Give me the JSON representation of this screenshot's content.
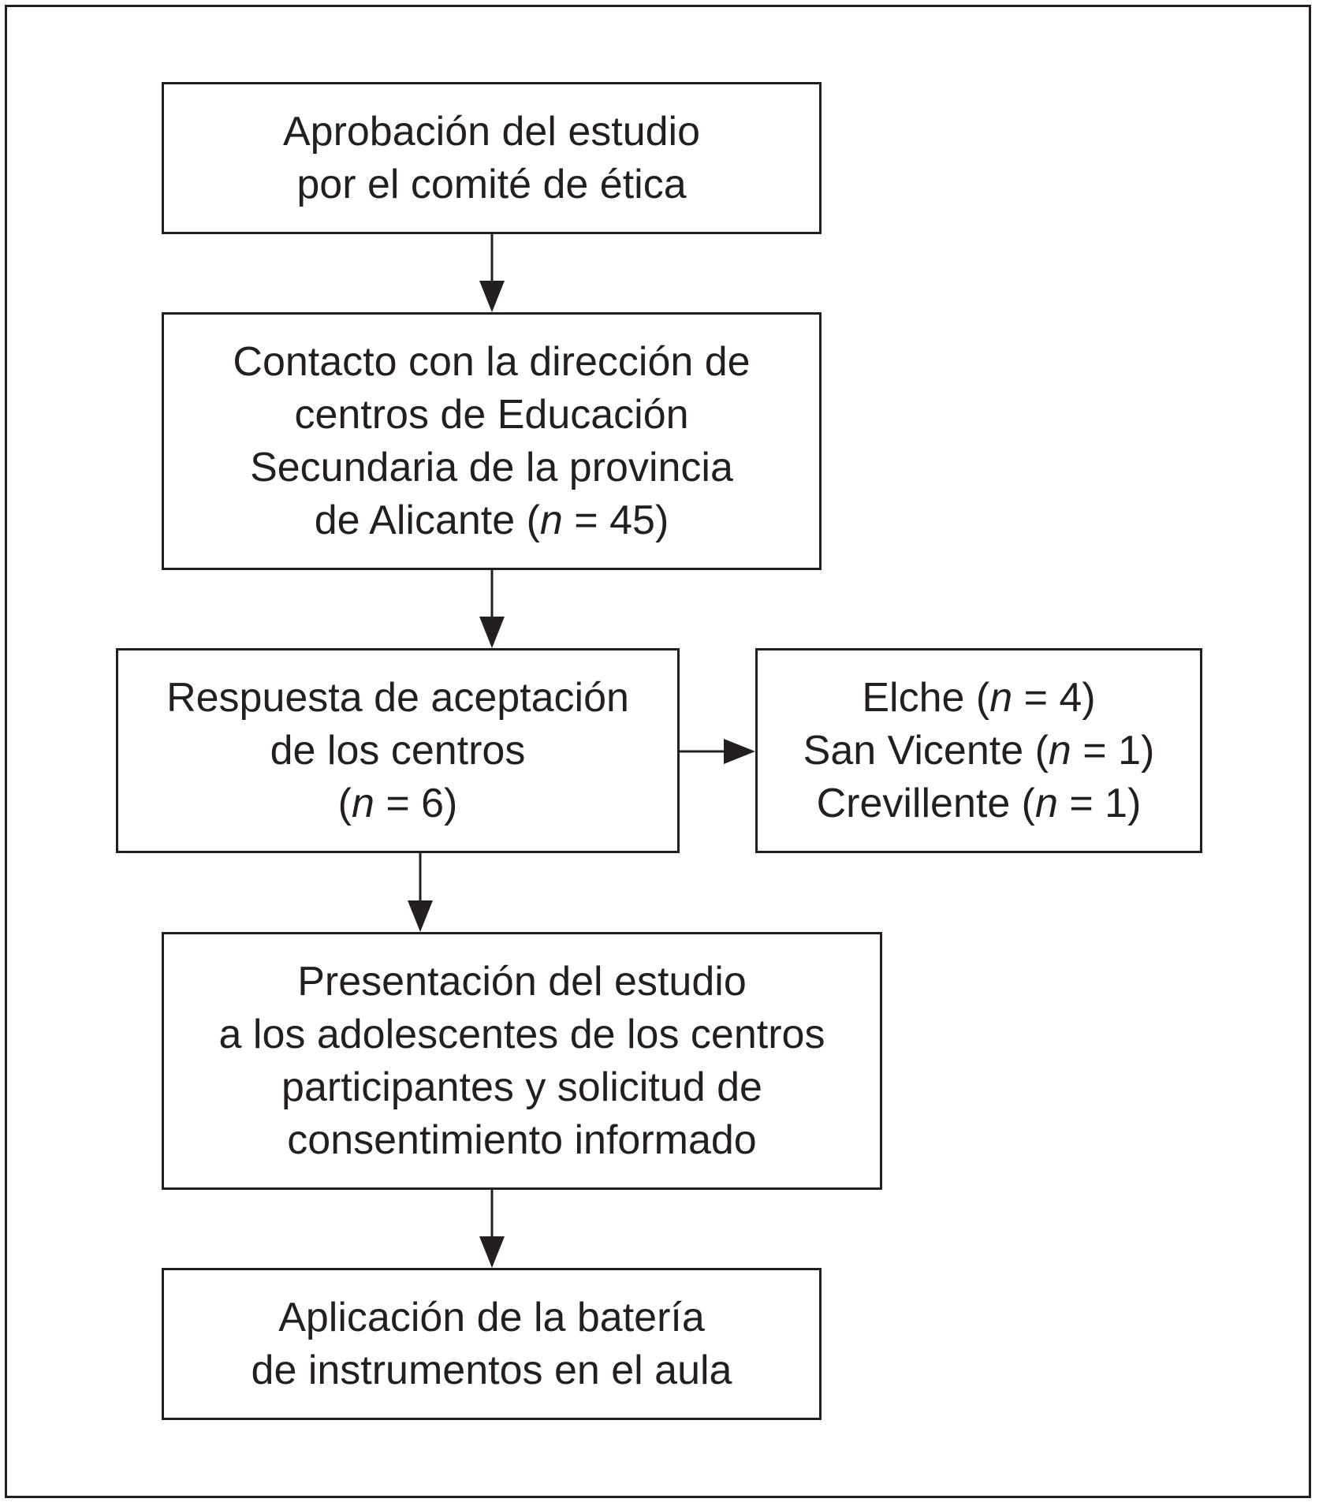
{
  "diagram": {
    "approval": {
      "lines": [
        "Aprobación del estudio",
        "por el comité de ética"
      ]
    },
    "contact": {
      "lines": [
        "Contacto con la dirección de",
        "centros de Educación",
        "Secundaria de la provincia"
      ],
      "last_prefix": "de Alicante (",
      "last_n": "n",
      "last_suffix": " = 45)"
    },
    "acceptance": {
      "lines": [
        "Respuesta de aceptación",
        "de los centros"
      ],
      "last_prefix": "(",
      "last_n": "n",
      "last_suffix": " = 6)"
    },
    "centers": {
      "items": [
        {
          "prefix": "Elche (",
          "n": "n",
          "suffix": " = 4)"
        },
        {
          "prefix": "San Vicente (",
          "n": "n",
          "suffix": " = 1)"
        },
        {
          "prefix": "Crevillente (",
          "n": "n",
          "suffix": " = 1)"
        }
      ]
    },
    "presentation": {
      "lines": [
        "Presentación del estudio",
        "a los adolescentes de los centros",
        "participantes y solicitud de",
        "consentimiento informado"
      ]
    },
    "application": {
      "lines": [
        "Aplicación de la batería",
        "de instrumentos en el aula"
      ]
    }
  }
}
